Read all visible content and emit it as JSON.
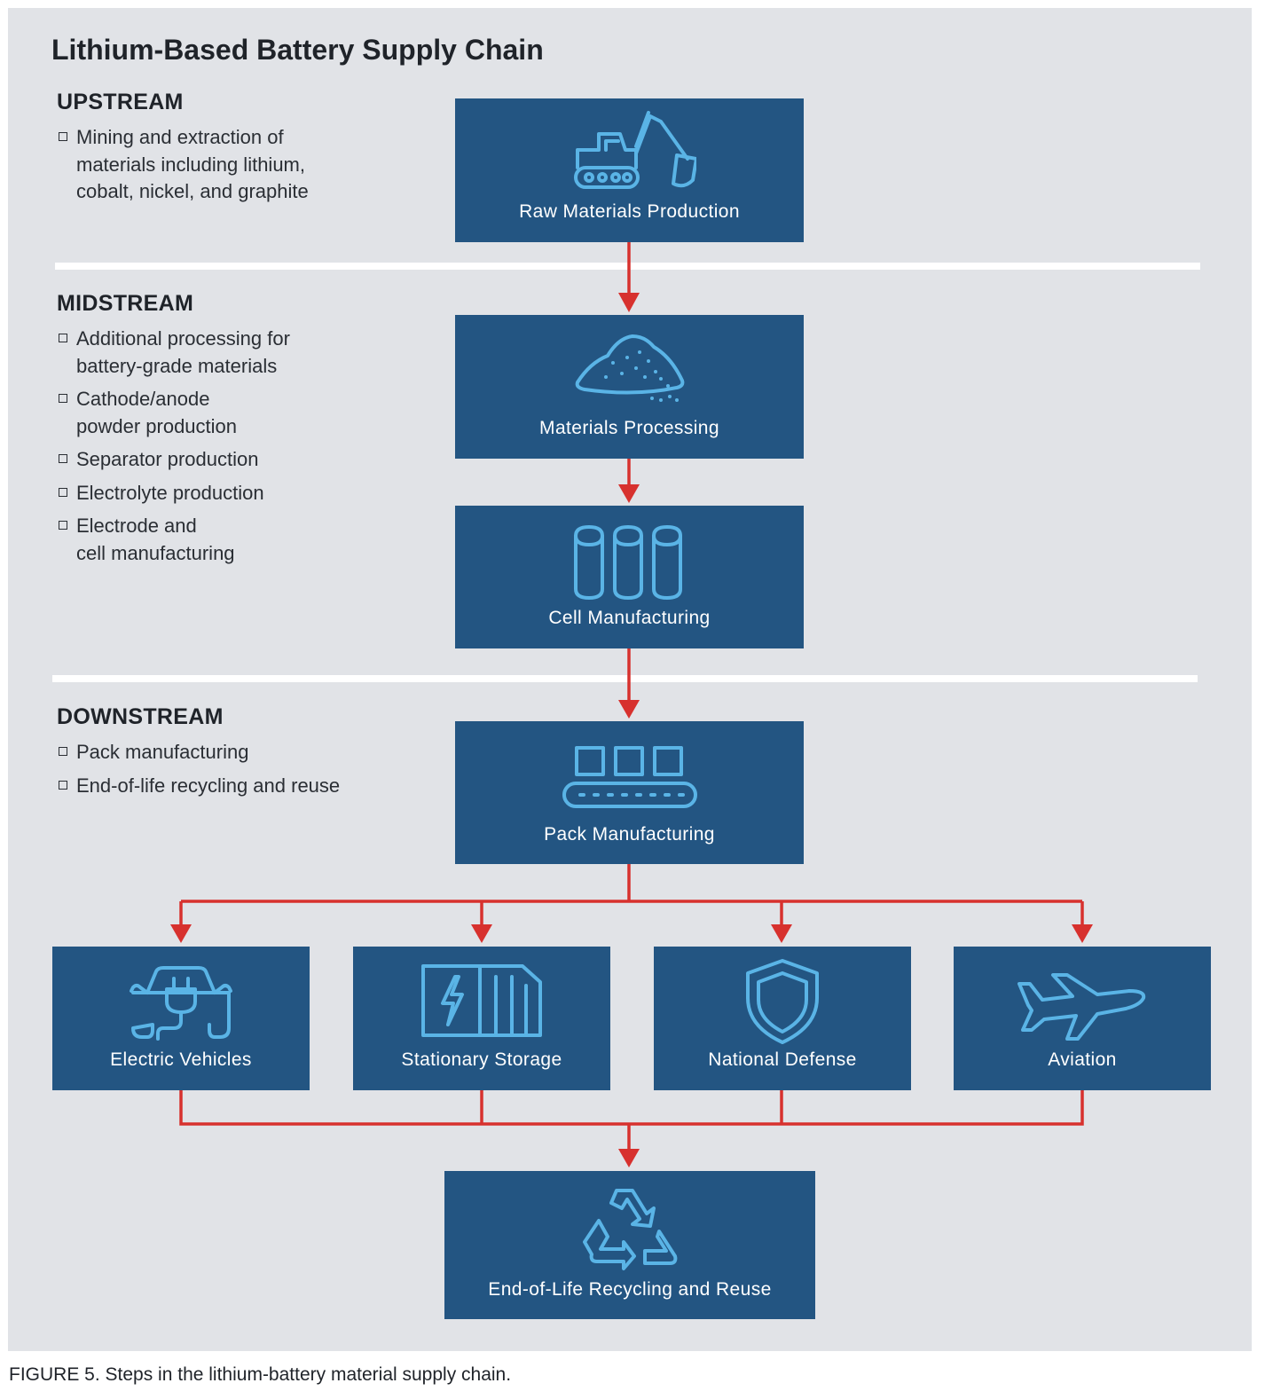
{
  "title": "Lithium-Based Battery Supply Chain",
  "sections": {
    "upstream": {
      "heading": "UPSTREAM",
      "bullets": [
        "Mining and extraction of\nmaterials including lithium,\ncobalt, nickel, and graphite"
      ]
    },
    "midstream": {
      "heading": "MIDSTREAM",
      "bullets": [
        "Additional processing for\nbattery-grade materials",
        "Cathode/anode\npowder production",
        "Separator production",
        "Electrolyte production",
        "Electrode and\ncell manufacturing"
      ]
    },
    "downstream": {
      "heading": "DOWNSTREAM",
      "bullets": [
        "Pack manufacturing",
        "End-of-life recycling and reuse"
      ]
    }
  },
  "steps": {
    "raw": {
      "label": "Raw Materials Production",
      "icon": "excavator-icon"
    },
    "processing": {
      "label": "Materials Processing",
      "icon": "powder-pile-icon"
    },
    "cell": {
      "label": "Cell Manufacturing",
      "icon": "battery-cells-icon"
    },
    "pack": {
      "label": "Pack Manufacturing",
      "icon": "conveyor-belt-icon"
    },
    "recycling": {
      "label": "End-of-Life Recycling and Reuse",
      "icon": "recycle-icon"
    }
  },
  "applications": [
    {
      "label": "Electric Vehicles",
      "icon": "electric-car-icon"
    },
    {
      "label": "Stationary Storage",
      "icon": "energy-storage-icon"
    },
    {
      "label": "National Defense",
      "icon": "shield-icon"
    },
    {
      "label": "Aviation",
      "icon": "airplane-icon"
    }
  ],
  "caption": "FIGURE 5. Steps in the lithium-battery material supply chain.",
  "colors": {
    "background": "#e1e3e7",
    "box": "#235582",
    "icon": "#5ab4e6",
    "arrow": "#d7312e",
    "divider": "#ffffff"
  }
}
